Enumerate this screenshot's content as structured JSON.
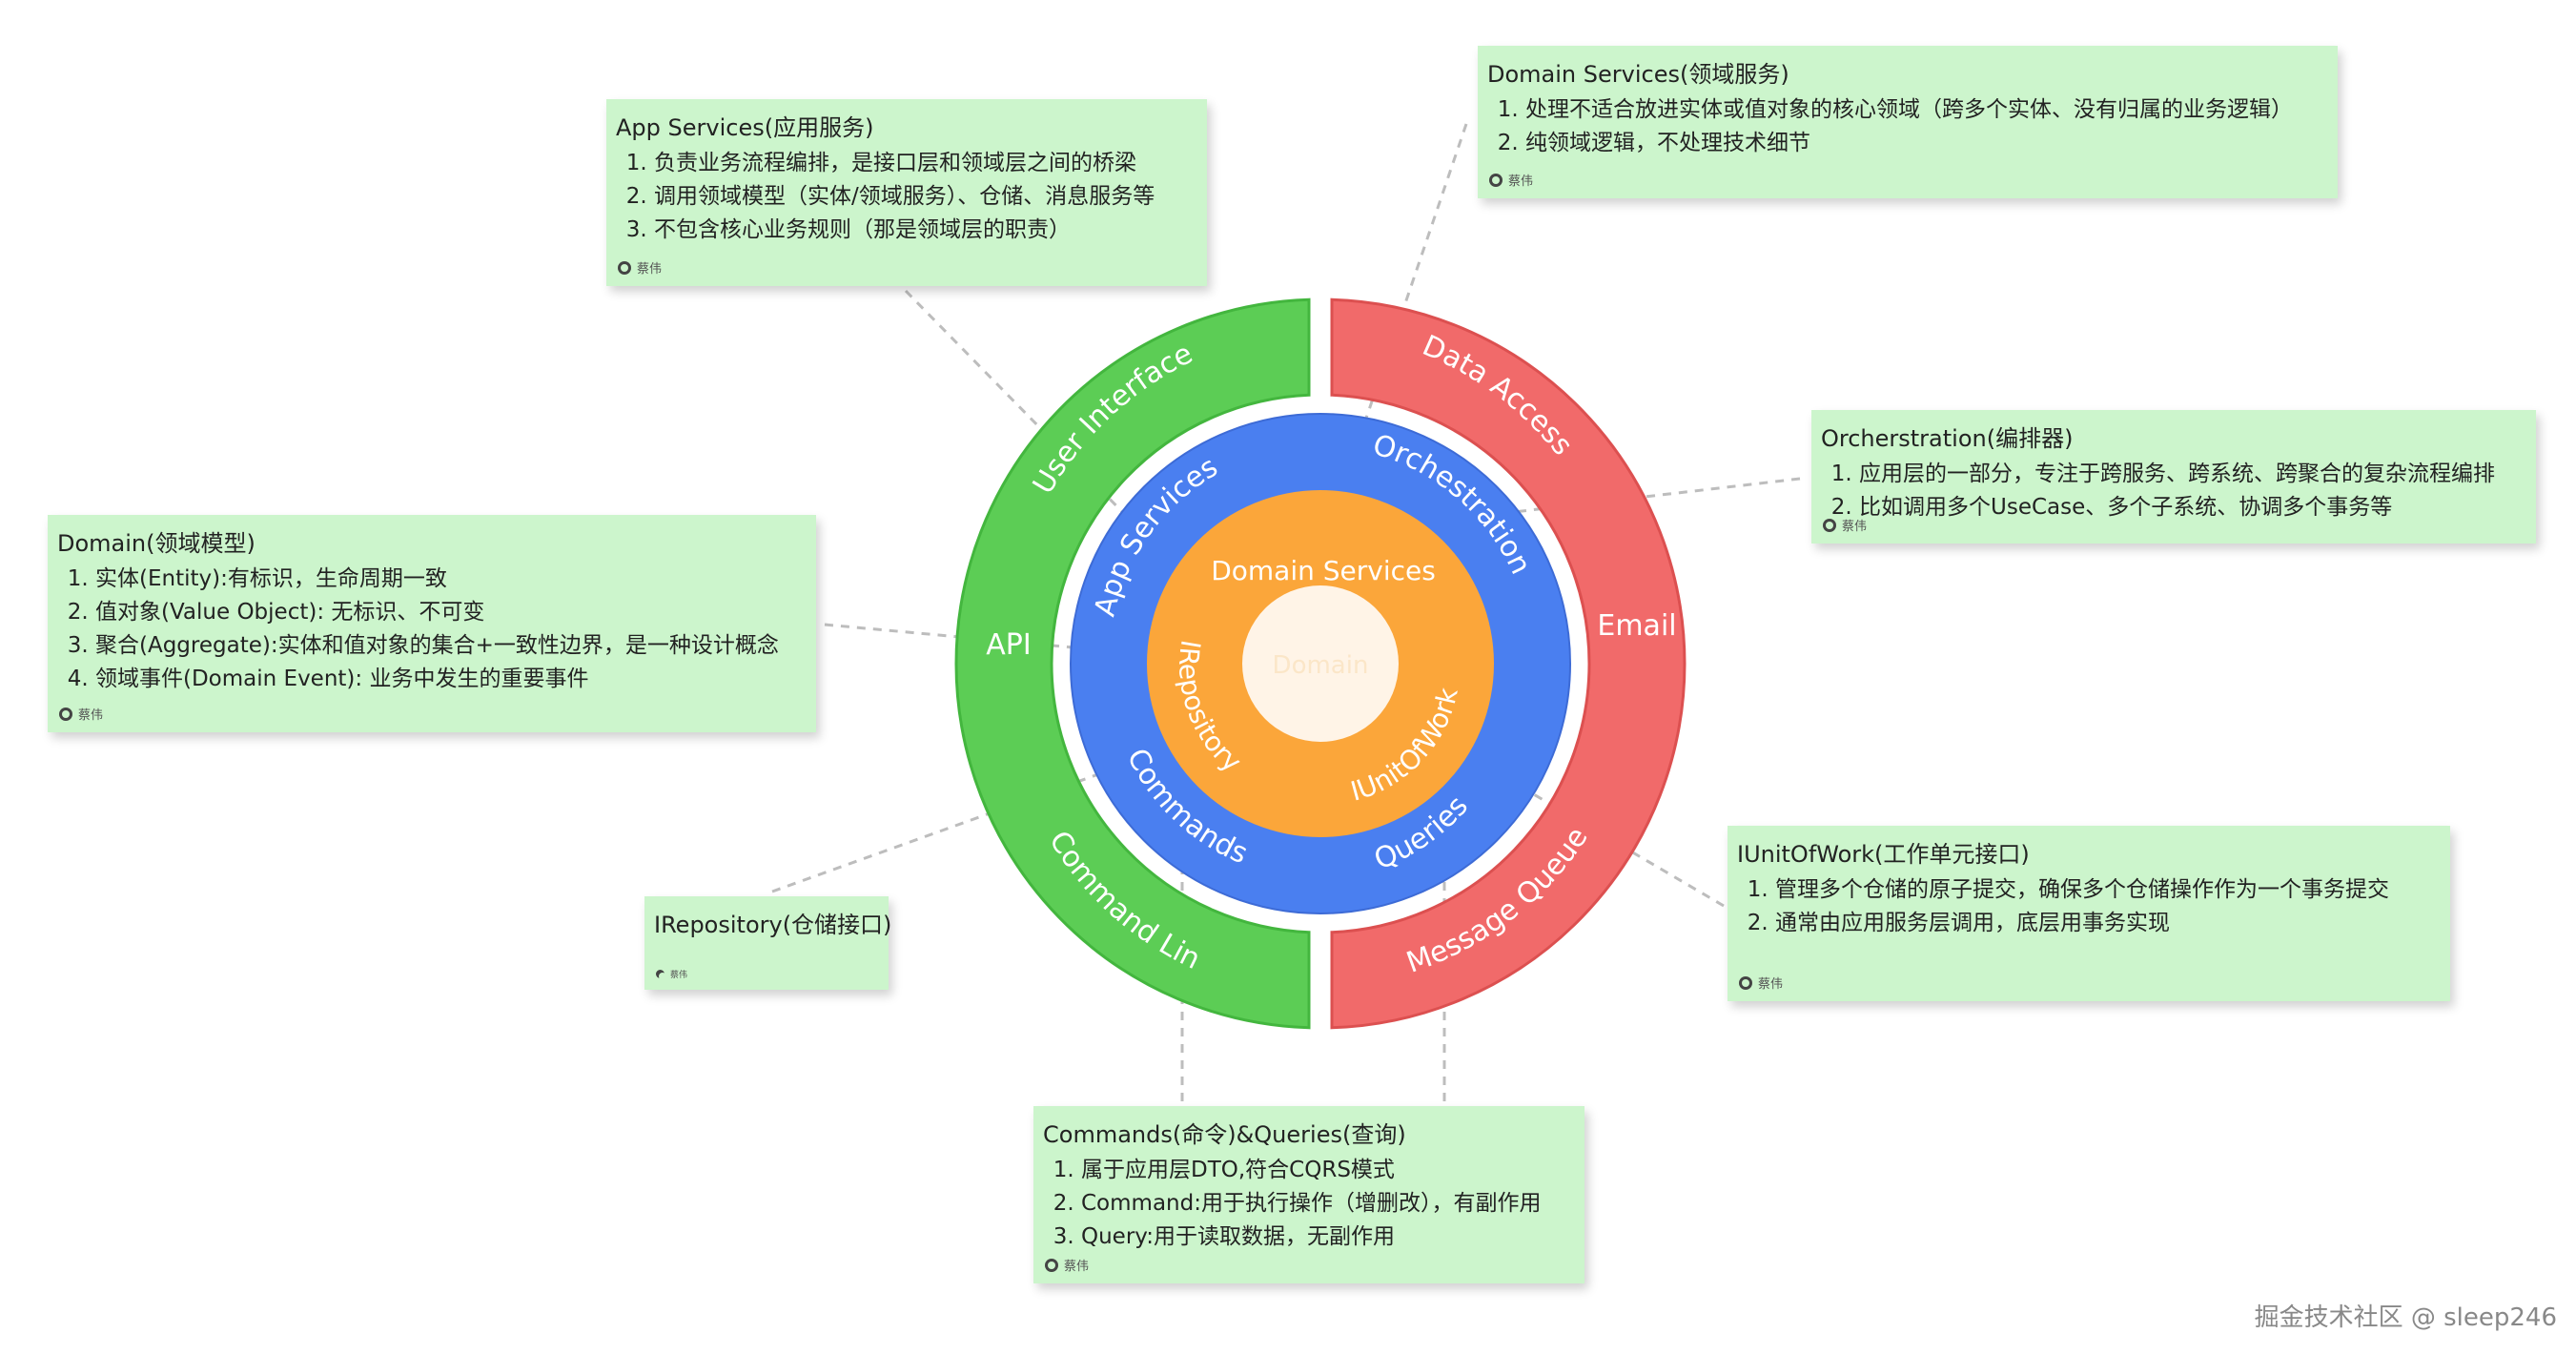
{
  "colors": {
    "outer_left": "#5ccd55",
    "outer_right": "#f16a6a",
    "middle": "#4a7ff0",
    "inner": "#fba63a",
    "core": "#ffffff",
    "note_bg": "#ccf5cc",
    "arrow": "#bdbdbd"
  },
  "diagram": {
    "outer_left_labels": [
      "User Interface",
      "API",
      "Command Line"
    ],
    "outer_right_labels": [
      "Data Access",
      "Email",
      "Message Queue"
    ],
    "middle_labels": [
      "App Services",
      "Orchestration",
      "Commands",
      "Queries"
    ],
    "inner_labels": [
      "Domain Services",
      "IRepository",
      "IUnitOfWork"
    ],
    "core_label": "Domain"
  },
  "notes": {
    "app_services": {
      "title": "App Services(应用服务)",
      "items": [
        "负责业务流程编排，是接口层和领域层之间的桥梁",
        "调用领域模型（实体/领域服务）、仓储、消息服务等",
        "不包含核心业务规则（那是领域层的职责）"
      ],
      "author": "蔡伟"
    },
    "domain_services": {
      "title": "Domain Services(领域服务)",
      "items": [
        "处理不适合放进实体或值对象的核心领域（跨多个实体、没有归属的业务逻辑）",
        "纯领域逻辑，不处理技术细节"
      ],
      "author": "蔡伟"
    },
    "orchestration": {
      "title": "Orcherstration(编排器)",
      "items": [
        "应用层的一部分，专注于跨服务、跨系统、跨聚合的复杂流程编排",
        "比如调用多个UseCase、多个子系统、协调多个事务等"
      ],
      "author": "蔡伟"
    },
    "domain": {
      "title": "Domain(领域模型)",
      "items": [
        "实体(Entity):有标识，生命周期一致",
        "值对象(Value Object): 无标识、不可变",
        "聚合(Aggregate):实体和值对象的集合+一致性边界，是一种设计概念",
        "领域事件(Domain Event): 业务中发生的重要事件"
      ],
      "author": "蔡伟"
    },
    "irepository": {
      "title": "IRepository(仓储接口)",
      "author": "蔡伟"
    },
    "iunitofwork": {
      "title": "IUnitOfWork(工作单元接口)",
      "items": [
        "管理多个仓储的原子提交，确保多个仓储操作作为一个事务提交",
        "通常由应用服务层调用，底层用事务实现"
      ],
      "author": "蔡伟"
    },
    "commands_queries": {
      "title": "Commands(命令)&Queries(查询)",
      "items": [
        "属于应用层DTO,符合CQRS模式",
        "Command:用于执行操作（增删改），有副作用",
        "Query:用于读取数据，无副作用"
      ],
      "author": "蔡伟"
    }
  },
  "watermark": "掘金技术社区 @ sleep246"
}
